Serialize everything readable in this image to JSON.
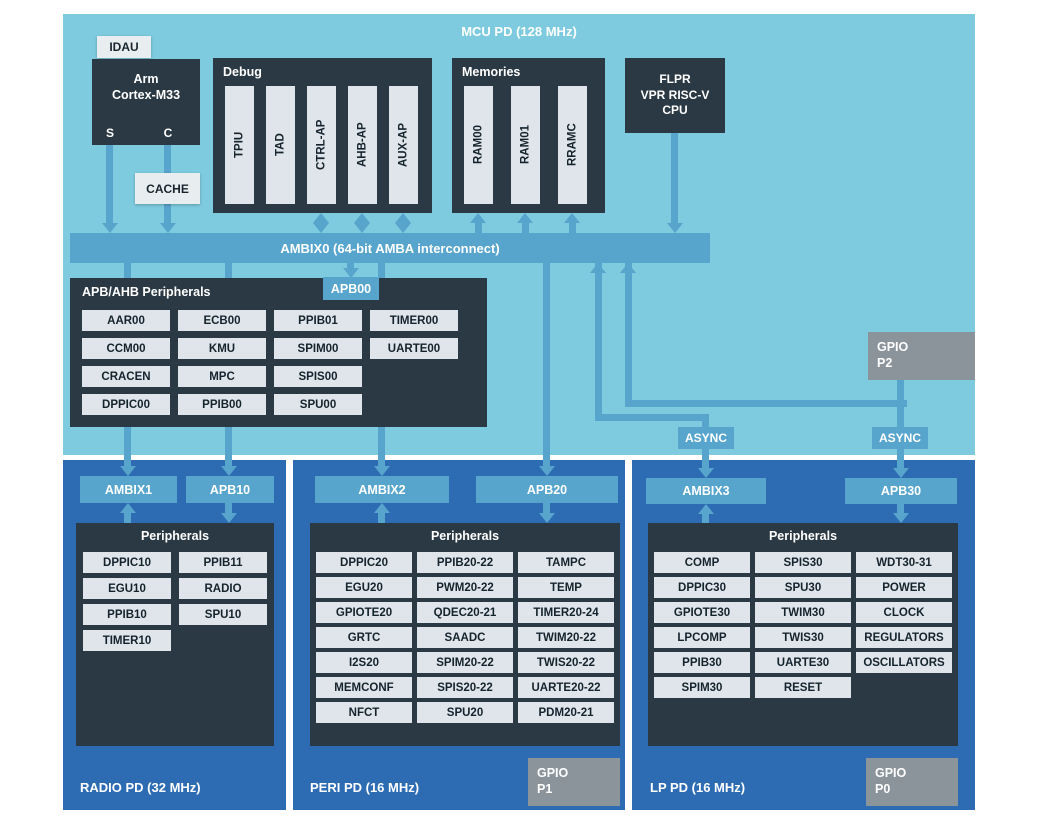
{
  "colors": {
    "light_blue": "#7ecbdf",
    "mid_blue": "#57a4cc",
    "panel_blue": "#2d6cb3",
    "navy": "#2b3944",
    "cell": "#dfe5ea",
    "gray": "#8b949b"
  },
  "mcu_title": "MCU PD (128 MHz)",
  "idau": "IDAU",
  "cpu": {
    "line1": "Arm",
    "line2": "Cortex-M33",
    "s": "S",
    "c": "C"
  },
  "cache": "CACHE",
  "debug": {
    "title": "Debug",
    "slots": [
      "TPIU",
      "TAD",
      "CTRL-AP",
      "AHB-AP",
      "AUX-AP"
    ]
  },
  "memories": {
    "title": "Memories",
    "slots": [
      "RAM00",
      "RAM01",
      "RRAMC"
    ]
  },
  "flpr": {
    "line1": "FLPR",
    "line2": "VPR RISC-V",
    "line3": "CPU"
  },
  "ambix0": "AMBIX0 (64-bit AMBA interconnect)",
  "apb_block": {
    "title": "APB/AHB Peripherals",
    "tag": "APB00",
    "rows": [
      [
        "AAR00",
        "ECB00",
        "PPIB01",
        "TIMER00"
      ],
      [
        "CCM00",
        "KMU",
        "SPIM00",
        "UARTE00"
      ],
      [
        "CRACEN",
        "MPC",
        "SPIS00"
      ],
      [
        "DPPIC00",
        "PPIB00",
        "SPU00"
      ]
    ]
  },
  "gpio_p2": {
    "line1": "GPIO",
    "line2": "P2"
  },
  "async_left": "ASYNC",
  "async_right": "ASYNC",
  "radio_domain": {
    "label": "RADIO PD (32 MHz)",
    "bus": "AMBIX1",
    "apb": "APB10",
    "periph_title": "Peripherals",
    "rows": [
      [
        "DPPIC10",
        "PPIB11"
      ],
      [
        "EGU10",
        "RADIO"
      ],
      [
        "PPIB10",
        "SPU10"
      ],
      [
        "TIMER10"
      ]
    ]
  },
  "peri_domain": {
    "label": "PERI PD (16 MHz)",
    "bus": "AMBIX2",
    "apb": "APB20",
    "periph_title": "Peripherals",
    "rows": [
      [
        "DPPIC20",
        "PPIB20-22",
        "TAMPC"
      ],
      [
        "EGU20",
        "PWM20-22",
        "TEMP"
      ],
      [
        "GPIOTE20",
        "QDEC20-21",
        "TIMER20-24"
      ],
      [
        "GRTC",
        "SAADC",
        "TWIM20-22"
      ],
      [
        "I2S20",
        "SPIM20-22",
        "TWIS20-22"
      ],
      [
        "MEMCONF",
        "SPIS20-22",
        "UARTE20-22"
      ],
      [
        "NFCT",
        "SPU20",
        "PDM20-21"
      ]
    ],
    "gpio": {
      "line1": "GPIO",
      "line2": "P1"
    }
  },
  "lp_domain": {
    "label": "LP PD (16 MHz)",
    "bus": "AMBIX3",
    "apb": "APB30",
    "periph_title": "Peripherals",
    "rows": [
      [
        "COMP",
        "SPIS30",
        "WDT30-31"
      ],
      [
        "DPPIC30",
        "SPU30",
        "POWER"
      ],
      [
        "GPIOTE30",
        "TWIM30",
        "CLOCK"
      ],
      [
        "LPCOMP",
        "TWIS30",
        "REGULATORS"
      ],
      [
        "PPIB30",
        "UARTE30",
        "OSCILLATORS"
      ],
      [
        "SPIM30",
        "RESET"
      ]
    ],
    "gpio": {
      "line1": "GPIO",
      "line2": "P0"
    }
  }
}
